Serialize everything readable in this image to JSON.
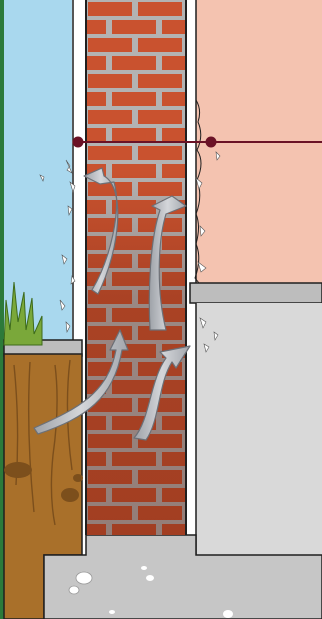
{
  "diagram": {
    "kind": "wall-cross-section-rising-damp",
    "colors": {
      "sky": "#a9d8ee",
      "interior_wall": "#f4c3b0",
      "brick": "#c9522f",
      "mortar": "#b3b3b3",
      "soil": "#a9702a",
      "soil_dark": "#7c4f1c",
      "floor_slab": "#d9d9d9",
      "foundation": "#c6c6c6",
      "moisture_arrow": "#b9bcc2",
      "damp_line": "#6a1226",
      "grass": "#7aa83a",
      "outline": "#1f1f1f"
    },
    "arrow_count": 4,
    "marker_count": 2
  }
}
